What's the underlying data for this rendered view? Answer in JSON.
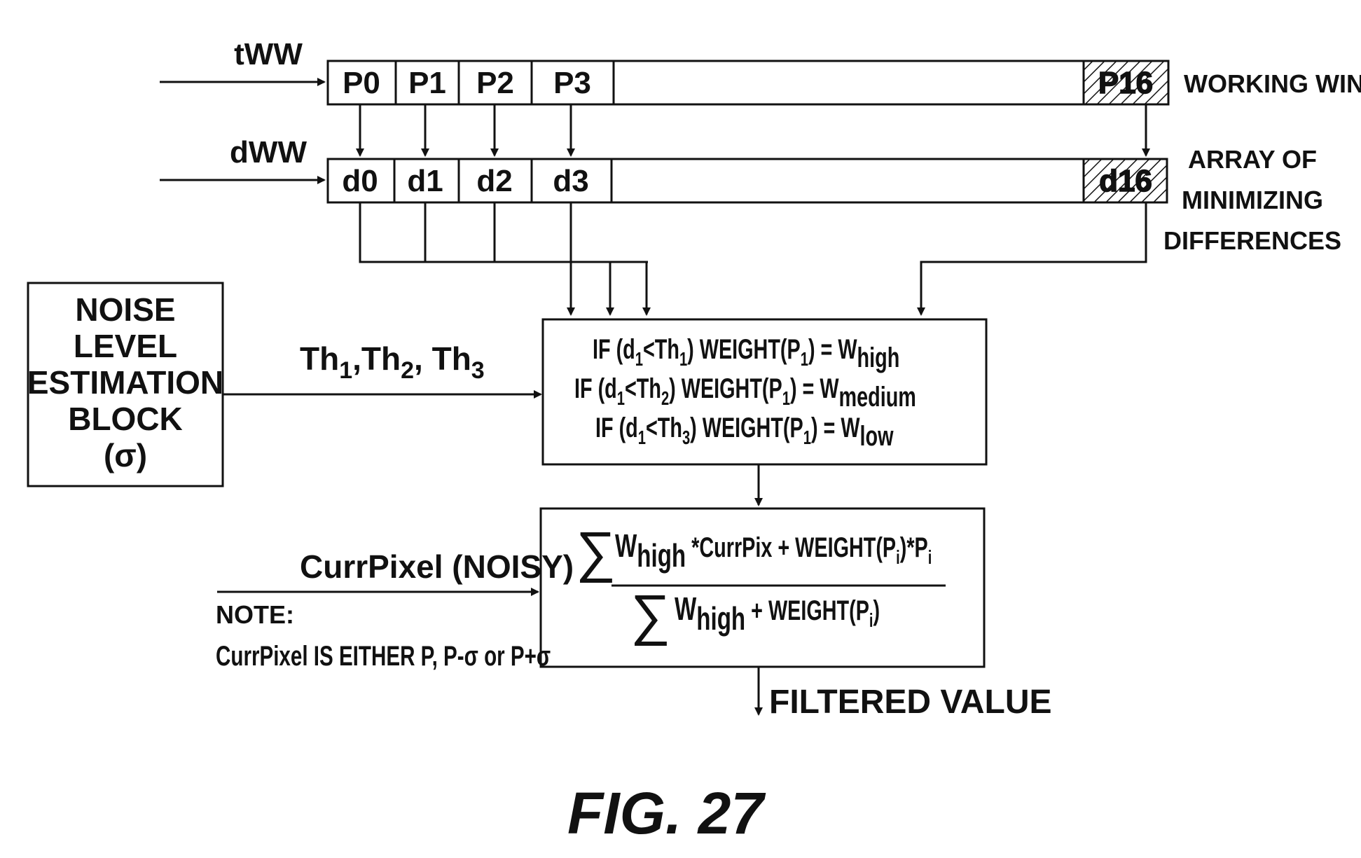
{
  "working_window": {
    "input_label": "tWW",
    "cells": [
      "P0",
      "P1",
      "P2",
      "P3"
    ],
    "last_cell": "P16",
    "side_label": "WORKING WINDOW"
  },
  "difference_array": {
    "input_label": "dWW",
    "cells": [
      "d0",
      "d1",
      "d2",
      "d3"
    ],
    "last_cell": "d16",
    "side_label": [
      "ARRAY OF",
      "MINIMIZING",
      "DIFFERENCES"
    ]
  },
  "noise_block": {
    "lines": [
      "NOISE",
      "LEVEL",
      "ESTIMATION",
      "BLOCK",
      "(σ)"
    ]
  },
  "thresholds_label": {
    "parts": [
      {
        "base": "Th",
        "sub": "1"
      },
      {
        "base": ",Th",
        "sub": "2"
      },
      {
        "base": ", Th",
        "sub": "3"
      }
    ]
  },
  "weight_block": {
    "lines": [
      {
        "pre": "IF (d",
        "sub1": "1",
        "mid": "<Th",
        "sub2": "1",
        "post": ") WEIGHT(P",
        "sub3": "1",
        "eq": ") = W",
        "wsub": "high"
      },
      {
        "pre": "IF (d",
        "sub1": "1",
        "mid": "<Th",
        "sub2": "2",
        "post": ") WEIGHT(P",
        "sub3": "1",
        "eq": ") = W",
        "wsub": "medium"
      },
      {
        "pre": "IF (d",
        "sub1": "1",
        "mid": "<Th",
        "sub2": "3",
        "post": ") WEIGHT(P",
        "sub3": "1",
        "eq": ") = W",
        "wsub": "low"
      }
    ]
  },
  "filter_block": {
    "numerator": {
      "sigma": "∑",
      "w": "W",
      "wsub": "high",
      "rest": " *CurrPix + WEIGHT(P",
      "isub": "i",
      "tail": ")*P",
      "tailsub": "i"
    },
    "denominator": {
      "sigma": "∑",
      "w": "W",
      "wsub": "high",
      "rest": " + WEIGHT(P",
      "isub": "i",
      "tail": ")"
    }
  },
  "current_pixel": {
    "label": "CurrPixel (NOISY)",
    "note_title": "NOTE:",
    "note_text": "CurrPixel IS EITHER P, P-σ or P+σ"
  },
  "output_label": "FILTERED VALUE",
  "figure_caption": "FIG. 27"
}
